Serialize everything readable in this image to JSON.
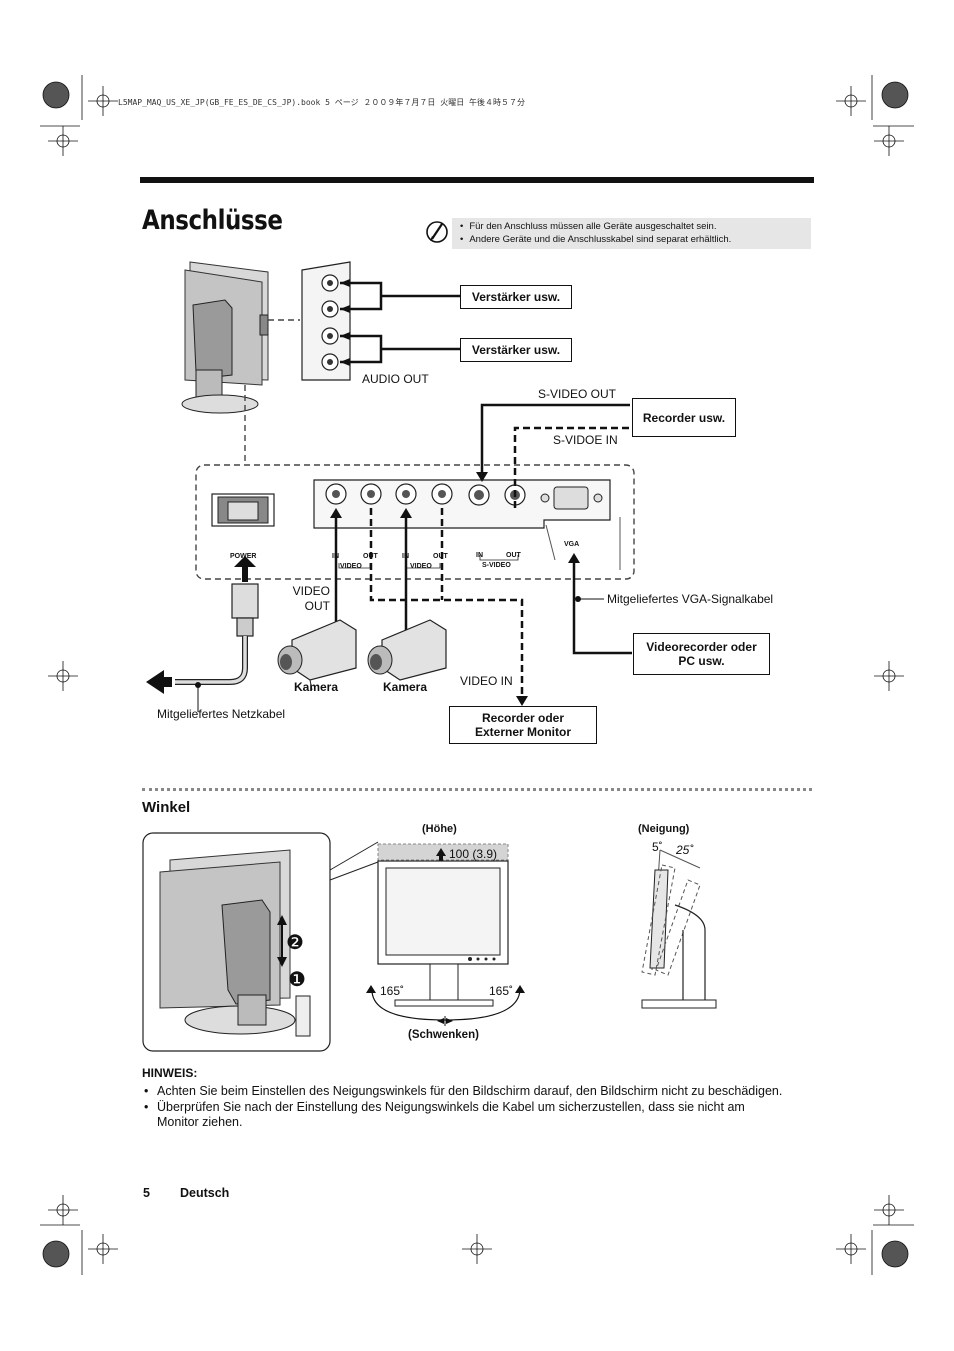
{
  "header": {
    "file_line": "L5MAP_MAQ_US_XE_JP(GB_FE_ES_DE_CS_JP).book  5 ページ  ２００９年７月７日  火曜日  午後４時５７分"
  },
  "title": "Anschlüsse",
  "note": {
    "lines": [
      "Für den Anschluss müssen alle Geräte ausgeschaltet sein.",
      "Andere Geräte und die Anschlusskabel sind separat erhältlich."
    ]
  },
  "diagram": {
    "audio_box_1": "Verstärker usw.",
    "audio_box_2": "Verstärker usw.",
    "audio_out": "AUDIO OUT",
    "svideo_out": "S-VIDEO OUT",
    "svideo_in": "S-VIDOE IN",
    "recorder_box": "Recorder usw.",
    "power": "POWER",
    "video_in_out_1a": "IN",
    "video_in_out_1b": "OUT",
    "video_lbl_1": "VIDEO",
    "video_in_out_2a": "IN",
    "video_in_out_2b": "OUT",
    "video_lbl_2": "VIDEO",
    "svideo_in_short": "IN",
    "svideo_out_short": "OUT",
    "svideo_lbl": "S-VIDEO",
    "vga": "VGA",
    "video_out_l1": "VIDEO",
    "video_out_l2": "OUT",
    "vga_cable": "Mitgeliefertes VGA-Signalkabel",
    "vcr_box_l1": "Videorecorder oder",
    "vcr_box_l2": "PC usw.",
    "kamera_1": "Kamera",
    "kamera_2": "Kamera",
    "video_in": "VIDEO IN",
    "rec_mon_l1": "Recorder oder",
    "rec_mon_l2": "Externer Monitor",
    "power_cable": "Mitgeliefertes Netzkabel"
  },
  "winkel": {
    "title": "Winkel",
    "hoehe": "(Höhe)",
    "hoehe_value": "100 (3.9)",
    "neigung": "(Neigung)",
    "neigung_5": "5˚",
    "neigung_25": "25˚",
    "swivel_left": "165˚",
    "swivel_right": "165˚",
    "schwenken": "(Schwenken)",
    "step_1": "❶",
    "step_2": "❷"
  },
  "hinweis": {
    "title": "HINWEIS:",
    "items": [
      "Achten Sie beim Einstellen des Neigungswinkels für den Bildschirm darauf, den Bildschirm nicht zu beschädigen.",
      "Überprüfen Sie nach der Einstellung des Neigungswinkels die Kabel um sicherzustellen, dass sie nicht am Monitor ziehen."
    ]
  },
  "footer": {
    "page": "5",
    "language": "Deutsch"
  }
}
